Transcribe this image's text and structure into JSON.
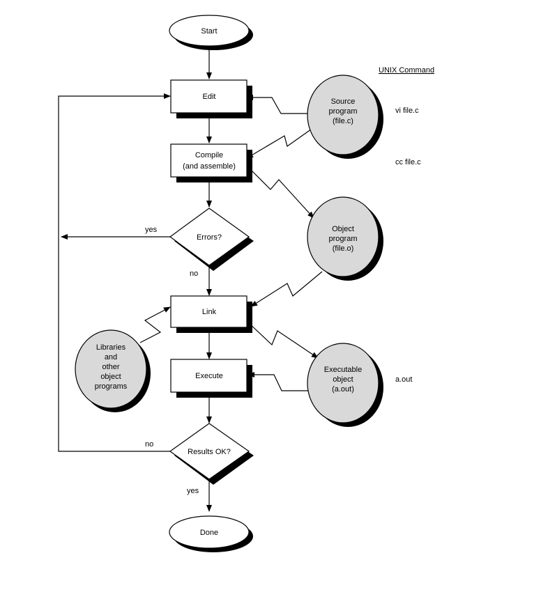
{
  "header": {
    "unix_command": "UNIX Command"
  },
  "nodes": {
    "start": "Start",
    "edit": "Edit",
    "compile": [
      "Compile",
      "(and assemble)"
    ],
    "errors": "Errors?",
    "link": "Link",
    "execute": "Execute",
    "results": "Results OK?",
    "done": "Done",
    "source": [
      "Source",
      "program",
      "(file.c)"
    ],
    "object": [
      "Object",
      "program",
      "(file.o)"
    ],
    "executable": [
      "Executable",
      "object",
      "(a.out)"
    ],
    "libraries": [
      "Libraries",
      "and",
      "other",
      "object",
      "programs"
    ]
  },
  "edges": {
    "errors_yes": "yes",
    "errors_no": "no",
    "results_no": "no",
    "results_yes": "yes"
  },
  "commands": {
    "edit": "vi file.c",
    "compile": "cc file.c",
    "execute": "a.out"
  }
}
